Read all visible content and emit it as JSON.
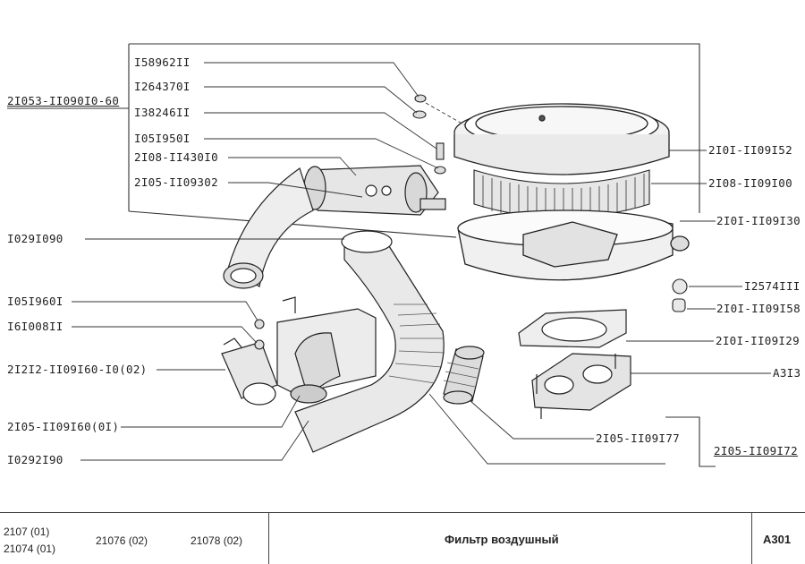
{
  "diagram": {
    "group_labels": {
      "assembly_left": "2I053-II090I0-60",
      "assembly_right": "2I05-II09I72"
    },
    "left_labels": [
      "I58962II",
      "I264370I",
      "I38246II",
      "I05I950I",
      "2I08-II430I0",
      "2I05-II09302",
      "I029I090",
      "I05I960I",
      "I6I008II",
      "2I2I2-II09I60-I0(02)",
      "2I05-II09I60(0I)",
      "I0292I90"
    ],
    "right_labels": [
      "2I0I-II09I52",
      "2I08-II09I00",
      "2I0I-II09I30",
      "I2574III",
      "2I0I-II09I58",
      "2I0I-II09I29",
      "A3I3",
      "2I05-II09I77"
    ]
  },
  "footer": {
    "models_col1": [
      "2107 (01)",
      "21074 (01)"
    ],
    "model_2": "21076 (02)",
    "model_3": "21078 (02)",
    "title": "Фильтр воздушный",
    "code": "A301"
  }
}
